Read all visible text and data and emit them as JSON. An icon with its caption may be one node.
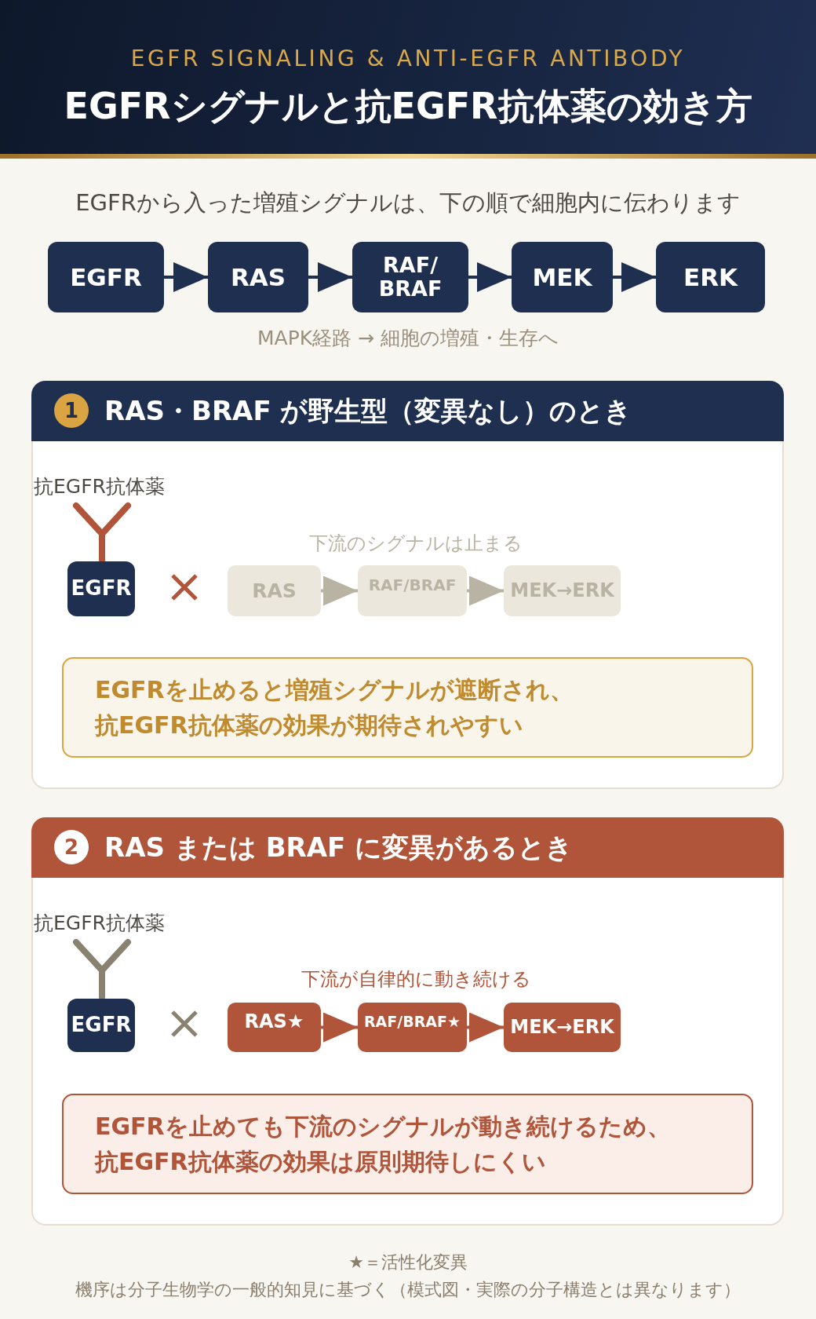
{
  "diagram": {
    "title": "EGFRシグナルと抗EGFR抗体薬の効き方",
    "nodes": [
      {
        "text": [
          "EGFR"
        ]
      },
      {
        "text": [
          "RAS"
        ]
      },
      {
        "text": [
          "RAF/ BRAF"
        ]
      },
      {
        "text": [
          "MEK"
        ]
      },
      {
        "text": [
          "ERK"
        ]
      },
      {
        "text": [
          "RAS・BRAF が野生型（変異なし）のとき"
        ]
      },
      {
        "text": [
          "1"
        ],
        "in": 5
      },
      {
        "text": [
          "EGFR"
        ],
        "in": 5
      },
      {
        "text": [
          "RAS"
        ],
        "in": 5
      },
      {
        "text": [
          "RAF/BRAF"
        ],
        "in": 5
      },
      {
        "text": [
          "MEK→ERK"
        ],
        "in": 5
      },
      {
        "text": [
          "EGFRを止めると増殖シグナルが遮断され、抗EGFR抗体薬の効果が期待されやすい"
        ],
        "in": 5
      },
      {
        "text": [
          "RAS または BRAF に変異があるとき"
        ]
      },
      {
        "text": [
          "2"
        ],
        "in": 12
      },
      {
        "text": [
          "EGFR"
        ],
        "in": 12
      },
      {
        "text": [
          "RAS★"
        ],
        "in": 12
      },
      {
        "text": [
          "RAF/BRAF★"
        ],
        "in": 12
      },
      {
        "text": [
          "MEK→ERK"
        ],
        "in": 12
      },
      {
        "text": [
          "EGFRを止めても下流のシグナルが動き続けるため、抗EGFR抗体薬の効果は原則期待しにくい"
        ],
        "in": 12
      }
    ],
    "edges": [
      {
        "from": 0,
        "to": 1,
        "arrow": "to"
      },
      {
        "from": 1,
        "to": 2,
        "arrow": "to"
      },
      {
        "from": 2,
        "to": 3,
        "arrow": "to"
      },
      {
        "from": 3,
        "to": 4,
        "arrow": "to"
      },
      {
        "from": 8,
        "to": 9,
        "arrow": "to",
        "color": "#b9b3a3"
      },
      {
        "from": 9,
        "to": 10,
        "arrow": "to",
        "color": "#b9b3a3"
      },
      {
        "from": 15,
        "to": 16,
        "arrow": "to",
        "color": "#b0553a"
      },
      {
        "from": 16,
        "to": 17,
        "arrow": "to",
        "color": "#b0553a"
      }
    ],
    "labels": [
      "EGFR SIGNALING & ANTI-EGFR ANTIBODY",
      "EGFRから入った増殖シグナルは、下の順で細胞内に伝わります",
      "MAPK経路 → 細胞の増殖・生存へ",
      "抗EGFR抗体薬",
      "下流のシグナルは止まる",
      "抗EGFR抗体薬",
      "下流が自律的に動き続ける",
      "★＝活性化変異",
      "機序は分子生物学の一般的知見に基づく（模式図・実際の分子構造とは異なります）"
    ]
  }
}
